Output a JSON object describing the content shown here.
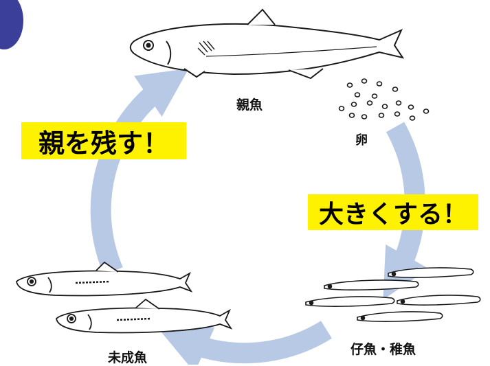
{
  "labels": {
    "parent": "親魚",
    "egg": "卵",
    "juvenile": "未成魚",
    "larva": "仔魚・稚魚"
  },
  "banners": {
    "leave_offspring": "親を残す！",
    "grow_bigger": "大きくする！"
  },
  "colors": {
    "cycle_arrow": "#b8c9e6",
    "banner": "#fff200",
    "badge": "#3b3f9a",
    "ink": "#1a1a1a"
  },
  "icons": {
    "parent": "adult-fish-icon",
    "egg": "eggs-icon",
    "juvenile": "juvenile-fish-icon",
    "larva": "larva-fish-icon"
  }
}
